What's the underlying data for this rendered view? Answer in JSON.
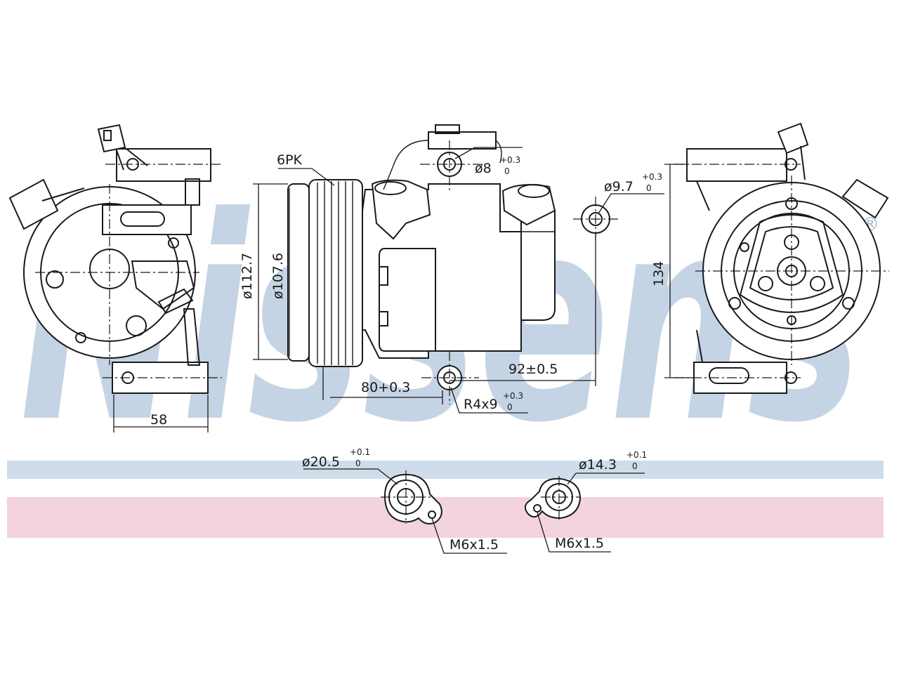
{
  "brand": {
    "watermark": "Nissens",
    "registered_mark": "®",
    "watermark_color": "#c5d4e4",
    "band_blue": "#cfdcea",
    "band_red": "#f3d3dc"
  },
  "dimensions": {
    "width_58": "58",
    "belt_6pk": "6PK",
    "dia_112_7": "ø112.7",
    "dia_107_6": "ø107.6",
    "hole_8": {
      "base": "ø8",
      "upper": "+0.3",
      "lower": "0"
    },
    "hole_9_7": {
      "base": "ø9.7",
      "upper": "+0.3",
      "lower": "0"
    },
    "height_134": "134",
    "dist_92": "92±0.5",
    "dist_80": "80+0.3",
    "slot_r4x9": {
      "base": "R4x9",
      "upper": "+0.3",
      "lower": "0"
    },
    "port_20_5": {
      "base": "ø20.5",
      "upper": "+0.1",
      "lower": "0"
    },
    "port_14_3": {
      "base": "ø14.3",
      "upper": "+0.1",
      "lower": "0"
    },
    "thread_left": "M6x1.5",
    "thread_right": "M6x1.5"
  }
}
